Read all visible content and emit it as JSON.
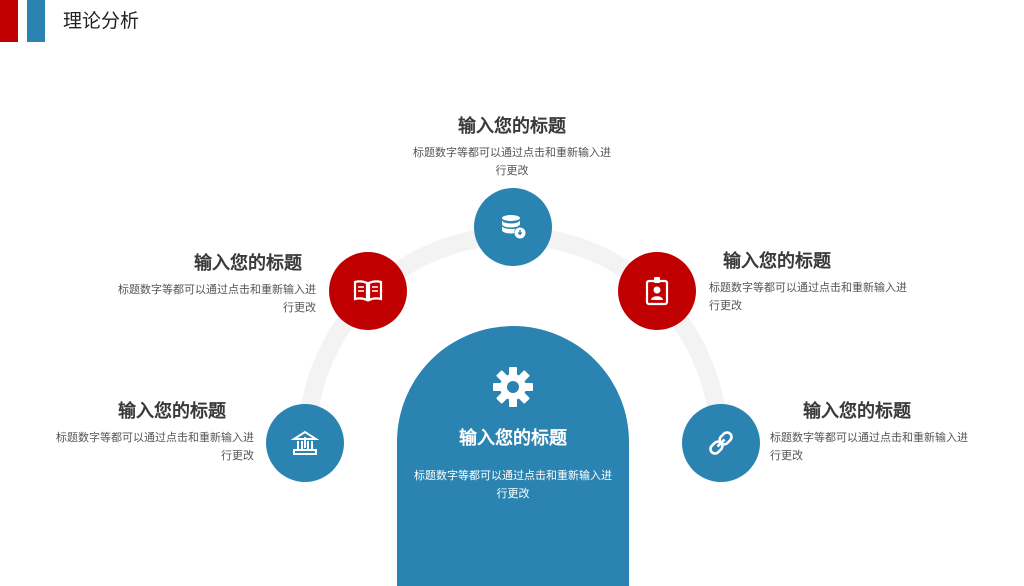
{
  "header": {
    "title": "理论分析"
  },
  "colors": {
    "red": "#c00000",
    "blue": "#2a83b0",
    "arc": "#f3f3f3"
  },
  "nodes": [
    {
      "id": "top",
      "icon": "database-icon",
      "color": "blue",
      "title": "输入您的标题",
      "desc": "标题数字等都可以通过点击和重新输入进行更改"
    },
    {
      "id": "upper-left",
      "icon": "book-icon",
      "color": "red",
      "title": "输入您的标题",
      "desc": "标题数字等都可以通过点击和重新输入进行更改"
    },
    {
      "id": "upper-right",
      "icon": "id-badge-icon",
      "color": "red",
      "title": "输入您的标题",
      "desc": "标题数字等都可以通过点击和重新输入进行更改"
    },
    {
      "id": "lower-left",
      "icon": "bank-icon",
      "color": "blue",
      "title": "输入您的标题",
      "desc": "标题数字等都可以通过点击和重新输入进行更改"
    },
    {
      "id": "lower-right",
      "icon": "link-icon",
      "color": "blue",
      "title": "输入您的标题",
      "desc": "标题数字等都可以通过点击和重新输入进行更改"
    }
  ],
  "center": {
    "icon": "gear-icon",
    "title": "输入您的标题",
    "desc": "标题数字等都可以通过点击和重新输入进行更改"
  }
}
